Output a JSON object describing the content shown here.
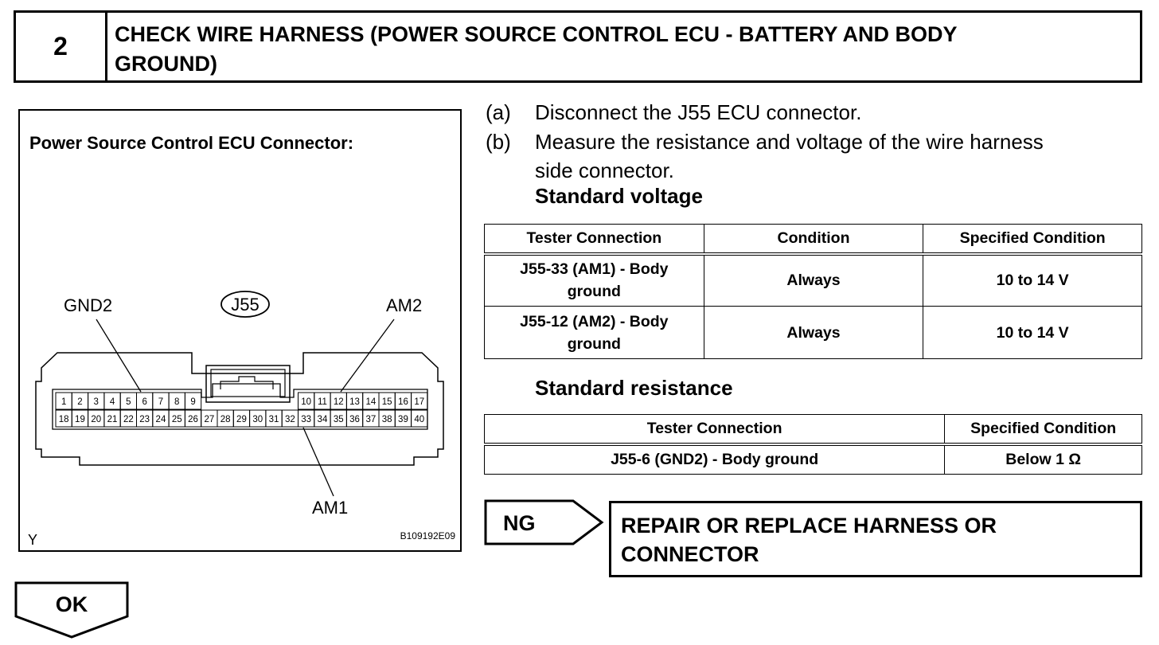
{
  "header": {
    "step_number": "2",
    "title_line1": "CHECK WIRE HARNESS (POWER SOURCE CONTROL ECU - BATTERY AND BODY",
    "title_line2": "GROUND)"
  },
  "figure": {
    "title": "Power Source Control ECU Connector:",
    "connector_id": "J55",
    "labels": {
      "gnd2": "GND2",
      "am2": "AM2",
      "am1": "AM1"
    },
    "corner_letter": "Y",
    "figure_code": "B109192E09",
    "pins_top_left": [
      "1",
      "2",
      "3",
      "4",
      "5",
      "6",
      "7",
      "8",
      "9"
    ],
    "pins_top_right": [
      "10",
      "11",
      "12",
      "13",
      "14",
      "15",
      "16",
      "17"
    ],
    "pins_bottom": [
      "18",
      "19",
      "20",
      "21",
      "22",
      "23",
      "24",
      "25",
      "26",
      "27",
      "28",
      "29",
      "30",
      "31",
      "32",
      "33",
      "34",
      "35",
      "36",
      "37",
      "38",
      "39",
      "40"
    ]
  },
  "steps": [
    {
      "letter": "(a)",
      "lines": [
        "Disconnect the J55 ECU connector."
      ]
    },
    {
      "letter": "(b)",
      "lines": [
        "Measure the resistance and voltage of the wire harness",
        "side connector."
      ]
    }
  ],
  "voltage": {
    "heading": "Standard voltage",
    "headers": [
      "Tester Connection",
      "Condition",
      "Specified Condition"
    ],
    "rows": [
      {
        "connection_l1": "J55-33 (AM1) - Body",
        "connection_l2": "ground",
        "condition": "Always",
        "specified": "10 to 14 V"
      },
      {
        "connection_l1": "J55-12 (AM2) - Body",
        "connection_l2": "ground",
        "condition": "Always",
        "specified": "10 to 14 V"
      }
    ]
  },
  "resistance": {
    "heading": "Standard resistance",
    "headers": [
      "Tester Connection",
      "Specified Condition"
    ],
    "rows": [
      {
        "connection": "J55-6 (GND2) - Body ground",
        "specified": "Below 1 Ω"
      }
    ]
  },
  "ng": {
    "label": "NG",
    "action_line1": "REPAIR OR REPLACE HARNESS OR",
    "action_line2": "CONNECTOR"
  },
  "ok": {
    "label": "OK"
  }
}
